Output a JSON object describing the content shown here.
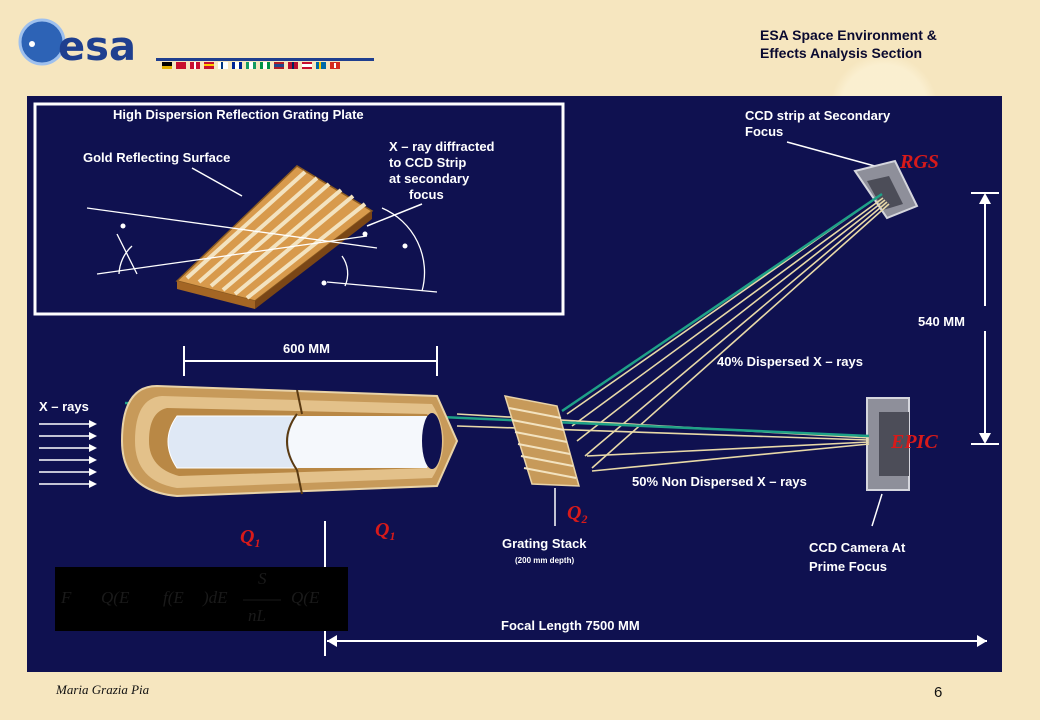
{
  "header": {
    "logo_text": "esa",
    "section_line1": "ESA Space Environment &",
    "section_line2": "Effects Analysis Section"
  },
  "diagram": {
    "inset_title": "High Dispersion Reflection Grating Plate",
    "gold_surface_label": "Gold Reflecting Surface",
    "xray_diffracted_1": "X – ray diffracted",
    "xray_diffracted_2": "to CCD Strip",
    "xray_diffracted_3": "at secondary",
    "xray_diffracted_4": "focus",
    "ccd_strip_1": "CCD strip at Secondary",
    "ccd_strip_2": "Focus",
    "rgs_label": "RGS",
    "epic_label": "EPIC",
    "distance_540": "540 MM",
    "dispersed_40": "40% Dispersed X – rays",
    "non_dispersed_50": "50% Non Dispersed X – rays",
    "xrays_label": "X – rays",
    "length_600": "600 MM",
    "q2_label": "Q",
    "q2_sub": "2",
    "q1a_label": "Q",
    "q1a_sub": "1",
    "q1b_label": "Q",
    "q1b_sub": "1",
    "grating_stack": "Grating Stack",
    "grating_depth": "(200 mm depth)",
    "ccd_camera_1": "CCD Camera At",
    "ccd_camera_2": "Prime Focus",
    "focal_length": "Focal Length 7500 MM"
  },
  "formula": {
    "f": "F",
    "q_ei": "Q(E",
    "f_ei": "f(E",
    "de": ")dE",
    "s": "S",
    "nl": "nL",
    "q_ej": "Q(E"
  },
  "footer": {
    "author": "Maria Grazia Pia",
    "page_number": "6"
  },
  "colors": {
    "background": "#f6e6bf",
    "panel": "#0f1150",
    "accent_red": "#d81a1a",
    "esa_blue": "#1f3f8f"
  }
}
